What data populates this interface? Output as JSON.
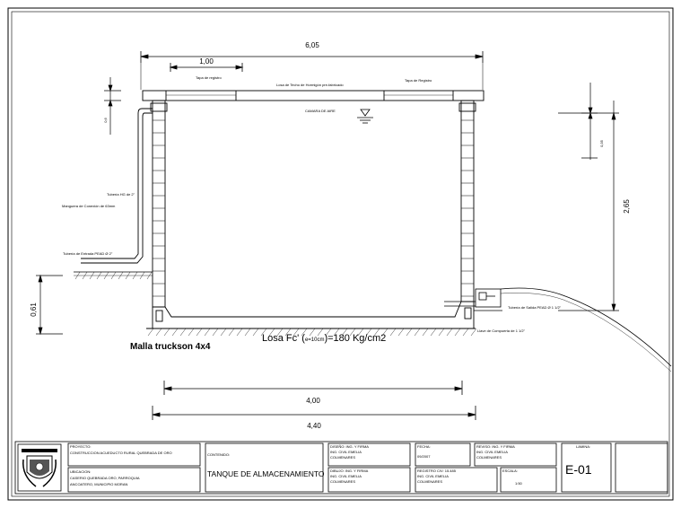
{
  "dimensions": {
    "top_total": "6,05",
    "top_segment": "1,00",
    "left_small": "0,61",
    "right_height": "2,65",
    "right_small": "0,35",
    "left_vertical": "0,6",
    "inner_width": "4,00",
    "outer_width": "4,40"
  },
  "labels": {
    "tapa_registro_left": "Tapa de registro",
    "losa_techo": "Losa de Techo de Hormigón pre-fabricado",
    "tapa_registro_right": "Tapa de Registro",
    "camara_aire": "CAMARA DE AIRE",
    "tuberia_hg": "Tubería HG de 2\"",
    "manguera": "Manguera de Conexión de 63mm",
    "tuberia_entrada": "Tubería de Entrada PEAD Ø 2\"",
    "tuberia_salida": "Tubería de Salida PEAD Ø 1 1/2\"",
    "valvula": "Llave de Compuerta de 1 1/2\"",
    "malla": "Malla truckson 4x4",
    "losa_fc_prefix": "Losa Fc' (",
    "losa_fc_unit": "e=10cm",
    "losa_fc_suffix": ")=180 Kg/cm2"
  },
  "title_block": {
    "project_label": "PROYECTO:",
    "project_value": "CONSTRUCCION ACUEDUCTO RURAL QUEBRADA DE ORO",
    "location_label": "UBICACION:",
    "location_line1": "CASERIO QUEBRADA ORO, PARROQUIA",
    "location_line2": "ANCOATERO, MUNICIPIO MORAN",
    "content_label": "CONTENIDO:",
    "content_value": "TANQUE DE ALMACENAMIENTO",
    "design_label": "DISEÑO: ING. Y FIRMA",
    "design_line1": "ING. CIVIL EMELIA",
    "design_line2": "COLMENARES",
    "drawing_label": "DIBUJO: ING. Y FIRMA",
    "drawing_line1": "ING. CIVIL EMELIA",
    "drawing_line2": "COLMENARES",
    "date_label": "FECHA:",
    "date_value": "09/2007",
    "review_label": "REVISO: ING. Y FIRMA",
    "review_line1": "ING. CIVIL EMELIA",
    "review_line2": "COLMENARES",
    "civ_label": "REGISTRO CIV: 15.485",
    "civ_line1": "ING. CIVIL EMELIA",
    "civ_line2": "COLMENARES",
    "scale_label": "ESCALA:",
    "scale_value": "1:50",
    "sheet_label": "LAMINA:",
    "sheet_value": "E-01"
  }
}
